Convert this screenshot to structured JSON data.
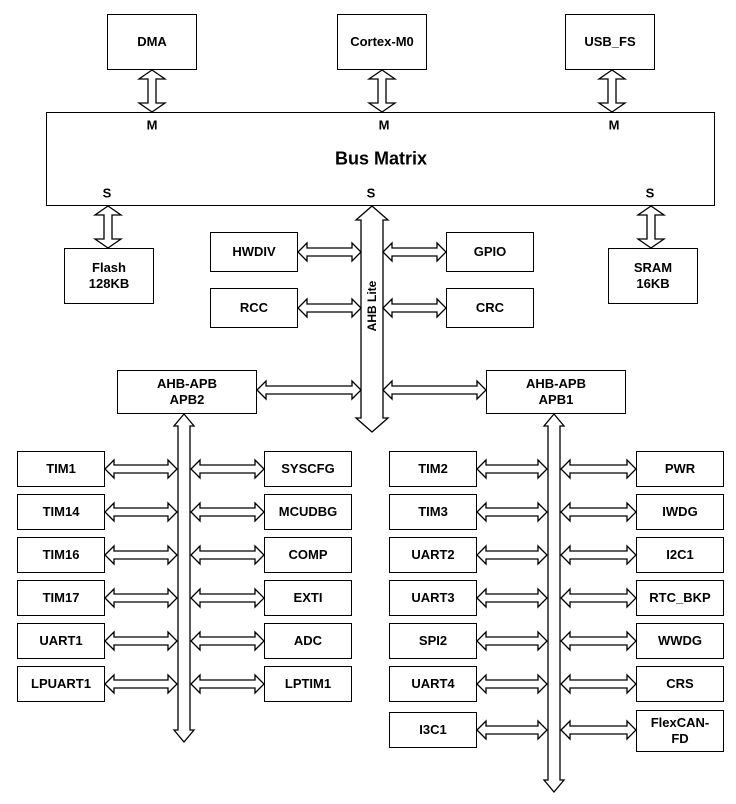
{
  "masters": {
    "dma": "DMA",
    "cortex": "Cortex-M0",
    "usb": "USB_FS"
  },
  "bus_matrix": {
    "title": "Bus Matrix",
    "m1": "M",
    "m2": "M",
    "m3": "M",
    "s1": "S",
    "s2": "S",
    "s3": "S"
  },
  "memory": {
    "flash_l1": "Flash",
    "flash_l2": "128KB",
    "sram_l1": "SRAM",
    "sram_l2": "16KB"
  },
  "ahb": {
    "hwdiv": "HWDIV",
    "rcc": "RCC",
    "gpio": "GPIO",
    "crc": "CRC",
    "bus_label": "AHB Lite"
  },
  "bridges": {
    "apb2_l1": "AHB-APB",
    "apb2_l2": "APB2",
    "apb1_l1": "AHB-APB",
    "apb1_l2": "APB1"
  },
  "apb2": {
    "left": [
      "TIM1",
      "TIM14",
      "TIM16",
      "TIM17",
      "UART1",
      "LPUART1"
    ],
    "right": [
      "SYSCFG",
      "MCUDBG",
      "COMP",
      "EXTI",
      "ADC",
      "LPTIM1"
    ]
  },
  "apb1": {
    "left": [
      "TIM2",
      "TIM3",
      "UART2",
      "UART3",
      "SPI2",
      "UART4",
      "I3C1"
    ],
    "right": [
      "PWR",
      "IWDG",
      "I2C1",
      "RTC_BKP",
      "WWDG",
      "CRS"
    ],
    "flexcan_l1": "FlexCAN-",
    "flexcan_l2": "FD"
  }
}
